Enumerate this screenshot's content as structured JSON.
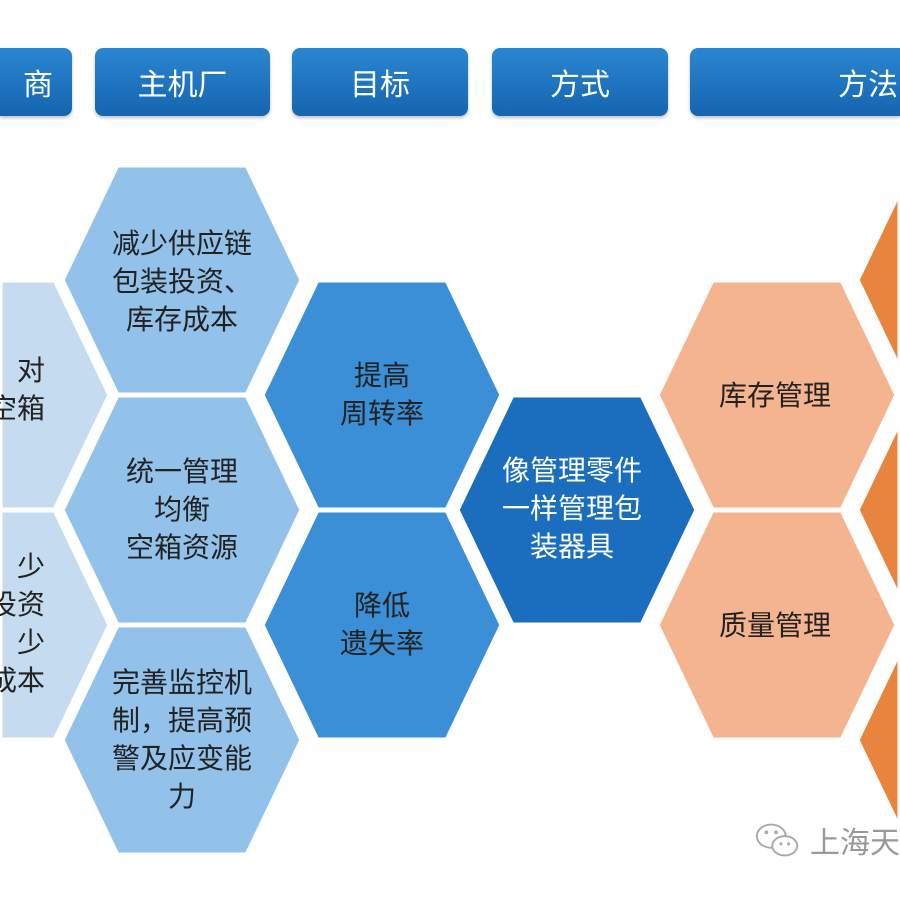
{
  "headers": [
    "商",
    "主机厂",
    "目标",
    "方式",
    "方法"
  ],
  "colors": {
    "header": "#1f74c0",
    "col1": "#c5dcf0",
    "col2": "#92c2ea",
    "col3": "#3b8fd6",
    "col4": "#1b6ebd",
    "col5": "#f4b48f",
    "col6": "#e9843f"
  },
  "col1": {
    "top": [
      "对",
      "空箱"
    ],
    "bottom": [
      "少",
      "投资",
      "少",
      "成本"
    ]
  },
  "col2": {
    "top": [
      "减少供应链",
      "包装投资、",
      "库存成本"
    ],
    "middle": [
      "统一管理",
      "均衡",
      "空箱资源"
    ],
    "bottom": [
      "完善监控机",
      "制，提高预",
      "警及应变能",
      "力"
    ]
  },
  "col3": {
    "top": [
      "提高",
      "周转率"
    ],
    "bottom": [
      "降低",
      "遗失率"
    ]
  },
  "col4": {
    "center": [
      "像管理零件",
      "一样管理包",
      "装器具"
    ]
  },
  "col5": {
    "top": "库存管理",
    "bottom": "质量管理"
  },
  "watermark": {
    "text": "上海天",
    "icon": "wechat-icon"
  }
}
